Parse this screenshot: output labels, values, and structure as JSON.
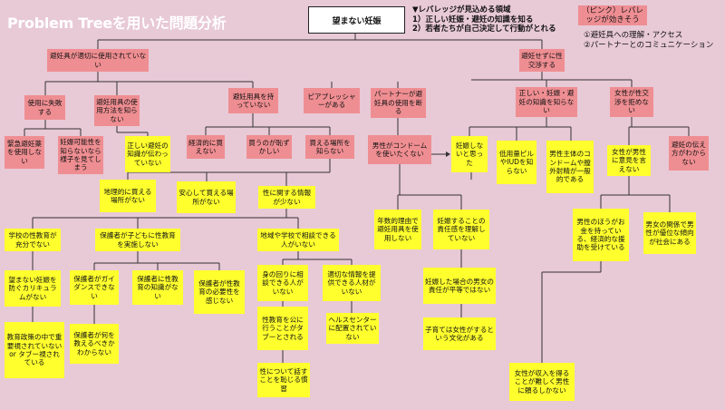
{
  "title": "Problem Treeを用いた問題分析",
  "root": "望まない妊娠",
  "leverage": {
    "heading": "▼レバレッジが見込める領域",
    "items": [
      "1）正しい妊娠・避妊の知識を知る",
      "2）若者たちが自己決定して行動がとれる"
    ]
  },
  "legend": {
    "label": "（ピンク）レバレッジが効きそう",
    "items": [
      "①避妊具への理解・アクセス",
      "②パートナーとのコミュニケーション"
    ]
  },
  "colors": {
    "background": "#e8c9d6",
    "pink": "#ef8e92",
    "yellow": "#ffff2e",
    "line": "#333333"
  },
  "nodes": {
    "hinin_fuseikaku": "避妊具が適切に使用されていない",
    "hinin_sezu": "避妊せずに性交渉する",
    "shippai": "使用に失敗する",
    "shiyouhou": "避妊用具の使用方法を知らない",
    "kinkyu": "緊急避妊薬を使用しない",
    "ninshin_kanousei": "妊娠可能性を知らないなら様子を見てしまう",
    "tadashii_kiwaku": "正しい避妊の知識が伝わっていない",
    "motteinai": "避妊用具を持っていない",
    "peer": "ピアプレッシャーがある",
    "partner_shiyou": "パートナーが避妊具の使用を断る",
    "tadashii_chishiki": "正しい・妊娠・避妊の知識を知らない",
    "josei_shikou": "女性が性交渉を拒めない",
    "keizai": "経済的に買えない",
    "hazukashii": "買うのが恥ずかしい",
    "kaeru_basho": "買える場所を知らない",
    "dansei_condom": "男性がコンドームを使いたくない",
    "ninshin_shinai": "妊娠しないと思った",
    "teiyoryou": "低用量ピルやIUDを知らない",
    "dansei_shutai": "男性主体のコンドームや膣外射精が一般的である",
    "josei_iken": "女性が男性に意見を言えない",
    "hinin_tsutaekata": "避妊の伝え方がわからない",
    "chiriteki": "地理的に買える場所がない",
    "anshin": "安心して買える場所がない",
    "sei_jouhou": "性に関する情報が少ない",
    "nensuuteki": "年数的理由で避妊用具を使用しない",
    "ninshin_sekinin": "妊娠することの責任感を理解していない",
    "gakkou": "学校の性教育が充分でない",
    "hogosha": "保護者が子どもに性教育を実施しない",
    "chiiki": "地域や学校で相談できる人がいない",
    "dansei_okane": "男性のほうがお金を持っている、経済的な援助を受けている",
    "danjo_kankei": "男女の関係で男性が優位な傾向が社会にある",
    "nozomanai_curriculum": "望まない妊娠を防ぐカリキュラムがない",
    "hogosha_guidance": "保護者がガイダンスできない",
    "hogosha_chishiki": "保護者に性教育の知識がない",
    "hogosha_hitsuyou": "保護者が性教育の必要性を感じない",
    "mi_no_mawari": "身の回りに相談できる人がいない",
    "tekisetsu_jouhou": "適切な情報を提供できる人材がいない",
    "ninshin_sekinin_byoudou": "妊娠した場合の男女の責任が平等ではない",
    "kyouiku_seisaku": "教育政策の中で重要視されていないor タブー視されている",
    "hogosha_nani": "保護者が何を教えるべきかわからない",
    "seikyouiku_ooyake": "性教育を公に行うことがタブーとされる",
    "health_center": "ヘルスセンターに配置されていない",
    "kosodate_josei": "子育ては女性がするという文化がある",
    "sei_hanasu": "性について話すことを恥じる慣習",
    "josei_shuunyuu": "女性が収入を得ることが難しく男性に頼るしかない"
  }
}
